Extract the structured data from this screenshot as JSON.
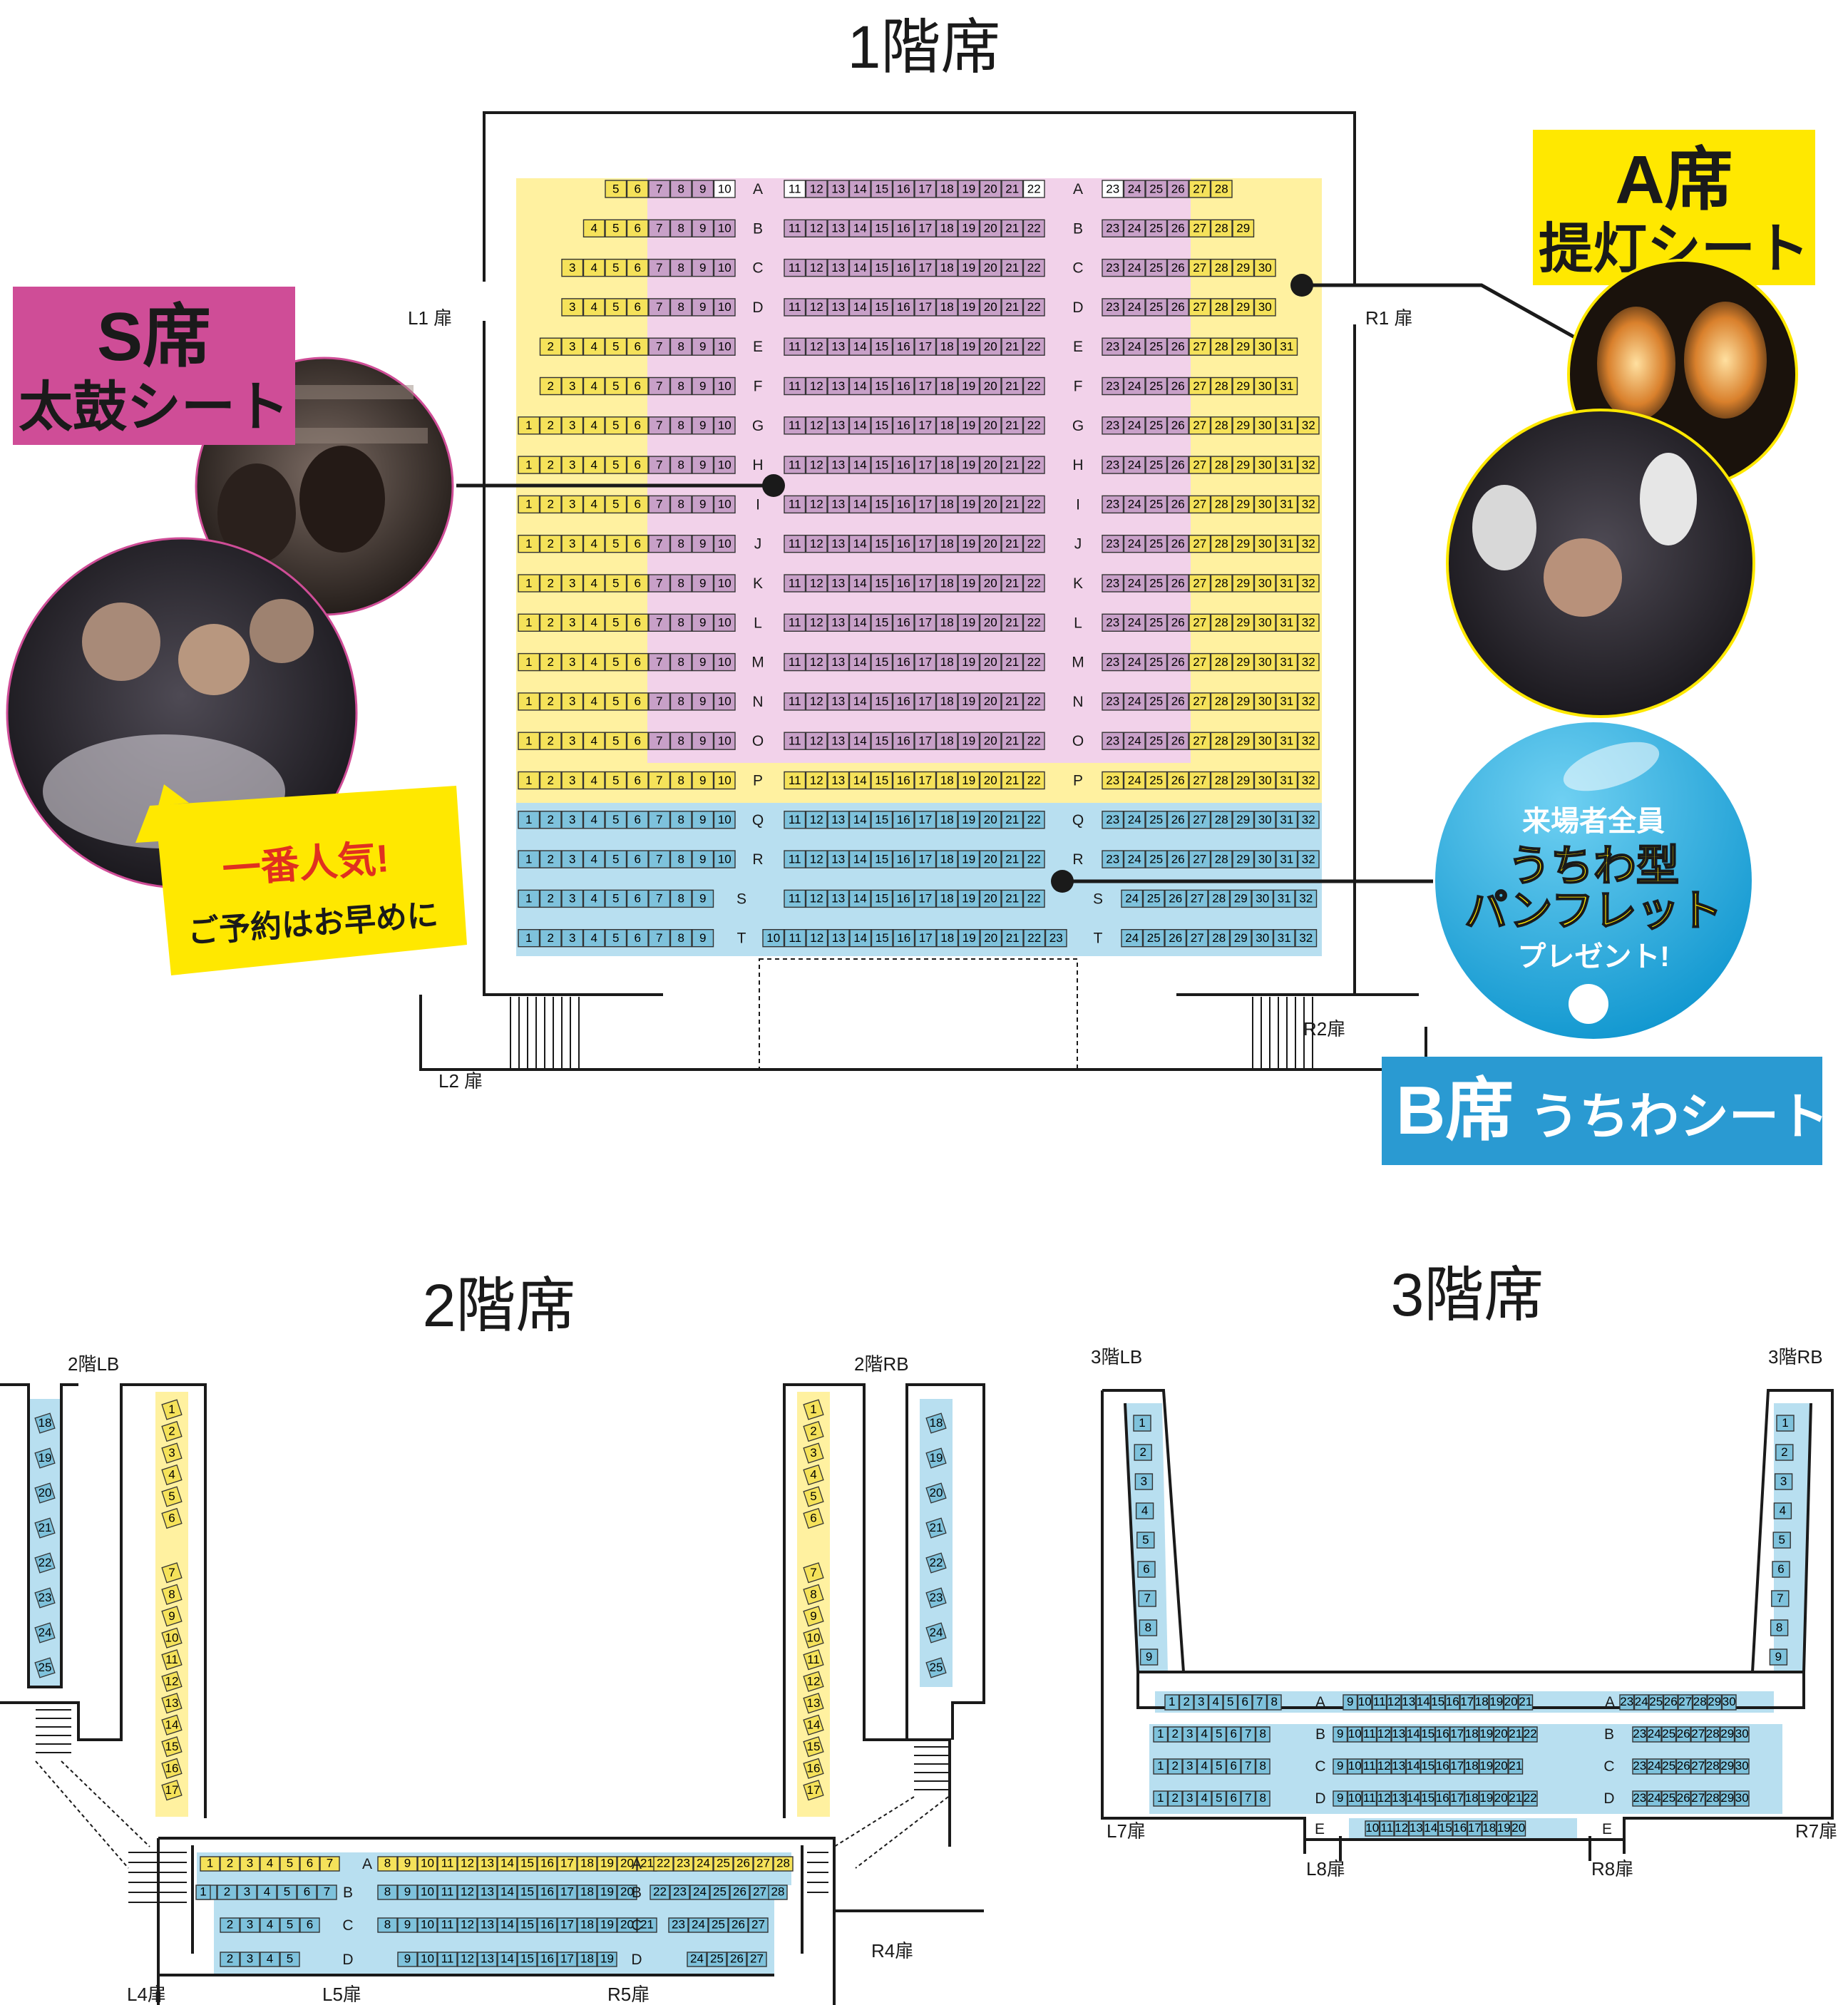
{
  "floor1": {
    "title": "1階席",
    "doors": {
      "l1": "L1 扉",
      "r1": "R1 扉",
      "l2": "L2 扉",
      "r2": "R2扉"
    },
    "rows": [
      {
        "label": "A",
        "groups": [
          [
            5,
            10
          ],
          [
            11,
            22
          ],
          [
            23,
            28
          ]
        ]
      },
      {
        "label": "B",
        "groups": [
          [
            4,
            10
          ],
          [
            11,
            22
          ],
          [
            23,
            29
          ]
        ]
      },
      {
        "label": "C",
        "groups": [
          [
            3,
            10
          ],
          [
            11,
            22
          ],
          [
            23,
            30
          ]
        ]
      },
      {
        "label": "D",
        "groups": [
          [
            3,
            10
          ],
          [
            11,
            22
          ],
          [
            23,
            30
          ]
        ]
      },
      {
        "label": "E",
        "groups": [
          [
            2,
            10
          ],
          [
            11,
            22
          ],
          [
            23,
            31
          ]
        ]
      },
      {
        "label": "F",
        "groups": [
          [
            2,
            10
          ],
          [
            11,
            22
          ],
          [
            23,
            31
          ]
        ]
      },
      {
        "label": "G",
        "groups": [
          [
            1,
            10
          ],
          [
            11,
            22
          ],
          [
            23,
            32
          ]
        ]
      },
      {
        "label": "H",
        "groups": [
          [
            1,
            10
          ],
          [
            11,
            22
          ],
          [
            23,
            32
          ]
        ]
      },
      {
        "label": "I",
        "groups": [
          [
            1,
            10
          ],
          [
            11,
            22
          ],
          [
            23,
            32
          ]
        ]
      },
      {
        "label": "J",
        "groups": [
          [
            1,
            10
          ],
          [
            11,
            22
          ],
          [
            23,
            32
          ]
        ]
      },
      {
        "label": "K",
        "groups": [
          [
            1,
            10
          ],
          [
            11,
            22
          ],
          [
            23,
            32
          ]
        ]
      },
      {
        "label": "L",
        "groups": [
          [
            1,
            10
          ],
          [
            11,
            22
          ],
          [
            23,
            32
          ]
        ]
      },
      {
        "label": "M",
        "groups": [
          [
            1,
            10
          ],
          [
            11,
            22
          ],
          [
            23,
            32
          ]
        ]
      },
      {
        "label": "N",
        "groups": [
          [
            1,
            10
          ],
          [
            11,
            22
          ],
          [
            23,
            32
          ]
        ]
      },
      {
        "label": "O",
        "groups": [
          [
            1,
            10
          ],
          [
            11,
            22
          ],
          [
            23,
            32
          ]
        ]
      },
      {
        "label": "P",
        "groups": [
          [
            1,
            10
          ],
          [
            11,
            22
          ],
          [
            23,
            32
          ]
        ]
      },
      {
        "label": "Q",
        "groups": [
          [
            1,
            10
          ],
          [
            11,
            22
          ],
          [
            23,
            32
          ]
        ]
      },
      {
        "label": "R",
        "groups": [
          [
            1,
            10
          ],
          [
            11,
            22
          ],
          [
            23,
            32
          ]
        ]
      },
      {
        "label": "S",
        "groups": [
          [
            1,
            9
          ],
          [
            11,
            22
          ],
          [
            24,
            32
          ]
        ]
      },
      {
        "label": "T",
        "groups": [
          [
            1,
            9
          ],
          [
            10,
            23
          ],
          [
            24,
            32
          ]
        ]
      }
    ]
  },
  "floor2": {
    "title": "2階席",
    "boxes": {
      "lb": "2階LB",
      "rb": "2階RB"
    },
    "doors": {
      "l4": "L4扉",
      "l5": "L5扉",
      "r5": "R5扉",
      "r4": "R4扉"
    },
    "box_outer": [
      18,
      19,
      20,
      21,
      22,
      23,
      24,
      25
    ],
    "box_inner": [
      1,
      2,
      3,
      4,
      5,
      6,
      7,
      8,
      9,
      10,
      11,
      12,
      13,
      14,
      15,
      16,
      17
    ],
    "rows": [
      {
        "label": "A",
        "groups": [
          [
            1,
            7
          ],
          [
            8,
            21
          ],
          [
            22,
            28
          ]
        ]
      },
      {
        "label": "B",
        "groups": [
          [
            1,
            7
          ],
          [
            8,
            20
          ],
          [
            22,
            27
          ]
        ],
        "extra": [
          1,
          28
        ]
      },
      {
        "label": "C",
        "groups": [
          [
            2,
            6
          ],
          [
            8,
            21
          ],
          [
            23,
            27
          ]
        ]
      },
      {
        "label": "D",
        "groups": [
          [
            2,
            5
          ],
          [
            9,
            19
          ],
          [
            24,
            27
          ]
        ]
      }
    ]
  },
  "floor3": {
    "title": "3階席",
    "boxes": {
      "lb": "3階LB",
      "rb": "3階RB"
    },
    "doors": {
      "l7": "L7扉",
      "r7": "R7扉",
      "l8": "L8扉",
      "r8": "R8扉"
    },
    "box_seats": [
      1,
      2,
      3,
      4,
      5,
      6,
      7,
      8,
      9
    ],
    "rows": [
      {
        "label": "A",
        "groups": [
          [
            1,
            8
          ],
          [
            9,
            21
          ],
          [
            23,
            30
          ]
        ]
      },
      {
        "label": "B",
        "groups": [
          [
            1,
            8
          ],
          [
            9,
            22
          ],
          [
            23,
            30
          ]
        ]
      },
      {
        "label": "C",
        "groups": [
          [
            1,
            8
          ],
          [
            9,
            21
          ],
          [
            23,
            30
          ]
        ]
      },
      {
        "label": "D",
        "groups": [
          [
            1,
            8
          ],
          [
            9,
            22
          ],
          [
            23,
            30
          ]
        ]
      },
      {
        "label": "E",
        "groups": [
          [
            10,
            20
          ]
        ]
      }
    ]
  },
  "callouts": {
    "s_title": "S席",
    "s_sub": "太鼓シート",
    "a_title": "A席",
    "a_sub": "提灯シート",
    "b_title": "B席",
    "b_sub": "うちわシート",
    "pop1": "一番人気!",
    "pop2": "ご予約はお早めに",
    "fan1": "来場者全員",
    "fan2": "うちわ型",
    "fan3": "パンフレット",
    "fan4": "プレゼント!"
  },
  "colors": {
    "s_seat": "#c8a0c8",
    "s_zone": "#f2d2ea",
    "a_seat": "#f5e25a",
    "a_zone": "#fff1a0",
    "b_seat": "#7ec2dc",
    "b_zone": "#b8dff0",
    "s_label": "#cf4d97",
    "b_label": "#2a9ad2",
    "a_label": "#ffe800",
    "fan": "#1aa6dc"
  }
}
